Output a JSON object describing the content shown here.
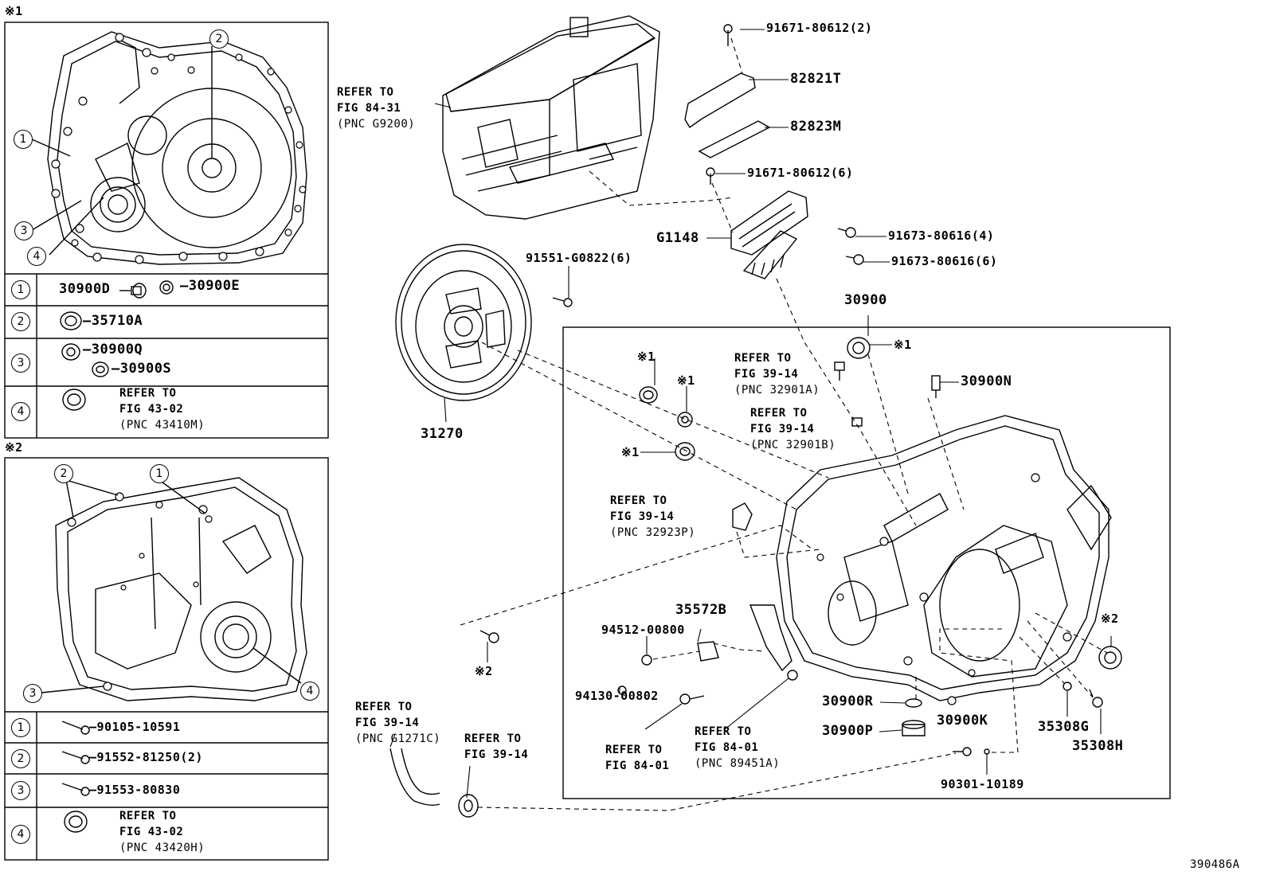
{
  "notes": {
    "mark1": "※1",
    "mark2": "※2",
    "diagram_id": "390486A"
  },
  "inset1": {
    "table": [
      {
        "num": "1",
        "parts": [
          "30900D",
          "30900E"
        ]
      },
      {
        "num": "2",
        "parts": [
          "35710A"
        ]
      },
      {
        "num": "3",
        "parts": [
          "30900Q",
          "30900S"
        ]
      },
      {
        "num": "4",
        "ref": [
          "REFER TO",
          "FIG 43-02",
          "(PNC 43410M)"
        ]
      }
    ]
  },
  "inset2": {
    "table": [
      {
        "num": "1",
        "part": "90105-10591"
      },
      {
        "num": "2",
        "part": "91552-81250(2)"
      },
      {
        "num": "3",
        "part": "91553-80830"
      },
      {
        "num": "4",
        "ref": [
          "REFER TO",
          "FIG 43-02",
          "(PNC 43420H)"
        ]
      }
    ]
  },
  "callouts": {
    "inverter_ref": [
      "REFER TO",
      "FIG 84-31",
      "(PNC G9200)"
    ],
    "p91671_2": "91671-80612(2)",
    "p82821T": "82821T",
    "p82823M": "82823M",
    "p91671_6": "91671-80612(6)",
    "pG1148": "G1148",
    "p91673_4": "91673-80616(4)",
    "p91673_6": "91673-80616(6)",
    "p91551": "91551-G0822(6)",
    "p31270": "31270",
    "p30900": "30900",
    "ref_32901A": [
      "REFER TO",
      "FIG 39-14",
      "(PNC 32901A)"
    ],
    "ref_32901B": [
      "REFER TO",
      "FIG 39-14",
      "(PNC 32901B)"
    ],
    "p30900N": "30900N",
    "ref_32923P": [
      "REFER TO",
      "FIG 39-14",
      "(PNC 32923P)"
    ],
    "p35572B": "35572B",
    "p94512": "94512-00800",
    "p94130": "94130-00802",
    "ref_8401a": [
      "REFER TO",
      "FIG 84-01"
    ],
    "ref_89451A": [
      "REFER TO",
      "FIG 84-01",
      "(PNC 89451A)"
    ],
    "p30900R": "30900R",
    "p30900P": "30900P",
    "p30900K": "30900K",
    "p90301": "90301-10189",
    "p35308G": "35308G",
    "p35308H": "35308H",
    "ref_G1271C": [
      "REFER TO",
      "FIG 39-14",
      "(PNC G1271C)"
    ],
    "ref_3914": [
      "REFER TO",
      "FIG 39-14"
    ]
  }
}
